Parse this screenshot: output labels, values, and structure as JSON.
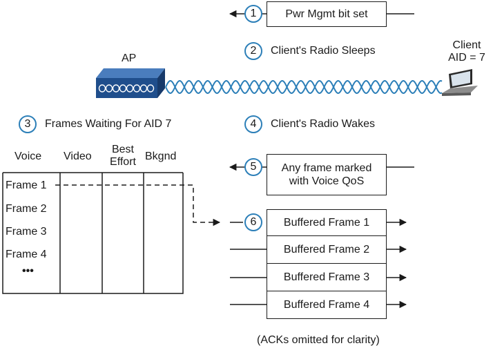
{
  "labels": {
    "ap": "AP",
    "client_line1": "Client",
    "client_line2": "AID = 7"
  },
  "steps": [
    {
      "number": "1",
      "text": "Pwr Mgmt bit set"
    },
    {
      "number": "2",
      "text": "Client's Radio Sleeps"
    },
    {
      "number": "3",
      "text": "Frames Waiting For AID 7"
    },
    {
      "number": "4",
      "text": "Client's Radio Wakes"
    },
    {
      "number": "5",
      "text_line1": "Any frame marked",
      "text_line2": "with Voice QoS"
    },
    {
      "number": "6",
      "text": "Buffered Frame 1"
    }
  ],
  "queue_columns": {
    "voice": "Voice",
    "video": "Video",
    "best_effort_line1": "Best",
    "best_effort_line2": "Effort",
    "background": "Bkgnd"
  },
  "voice_frames": [
    "Frame 1",
    "Frame 2",
    "Frame 3",
    "Frame 4",
    "•••"
  ],
  "buffered_frames": [
    "Buffered Frame 2",
    "Buffered Frame 3",
    "Buffered Frame 4"
  ],
  "footnote": "(ACKs omitted for clarity)",
  "colors": {
    "badge_ring": "#2c7fb8",
    "ap_body": "#1f4e8c",
    "wave": "#2c7fb8",
    "line": "#1a1a1a"
  }
}
